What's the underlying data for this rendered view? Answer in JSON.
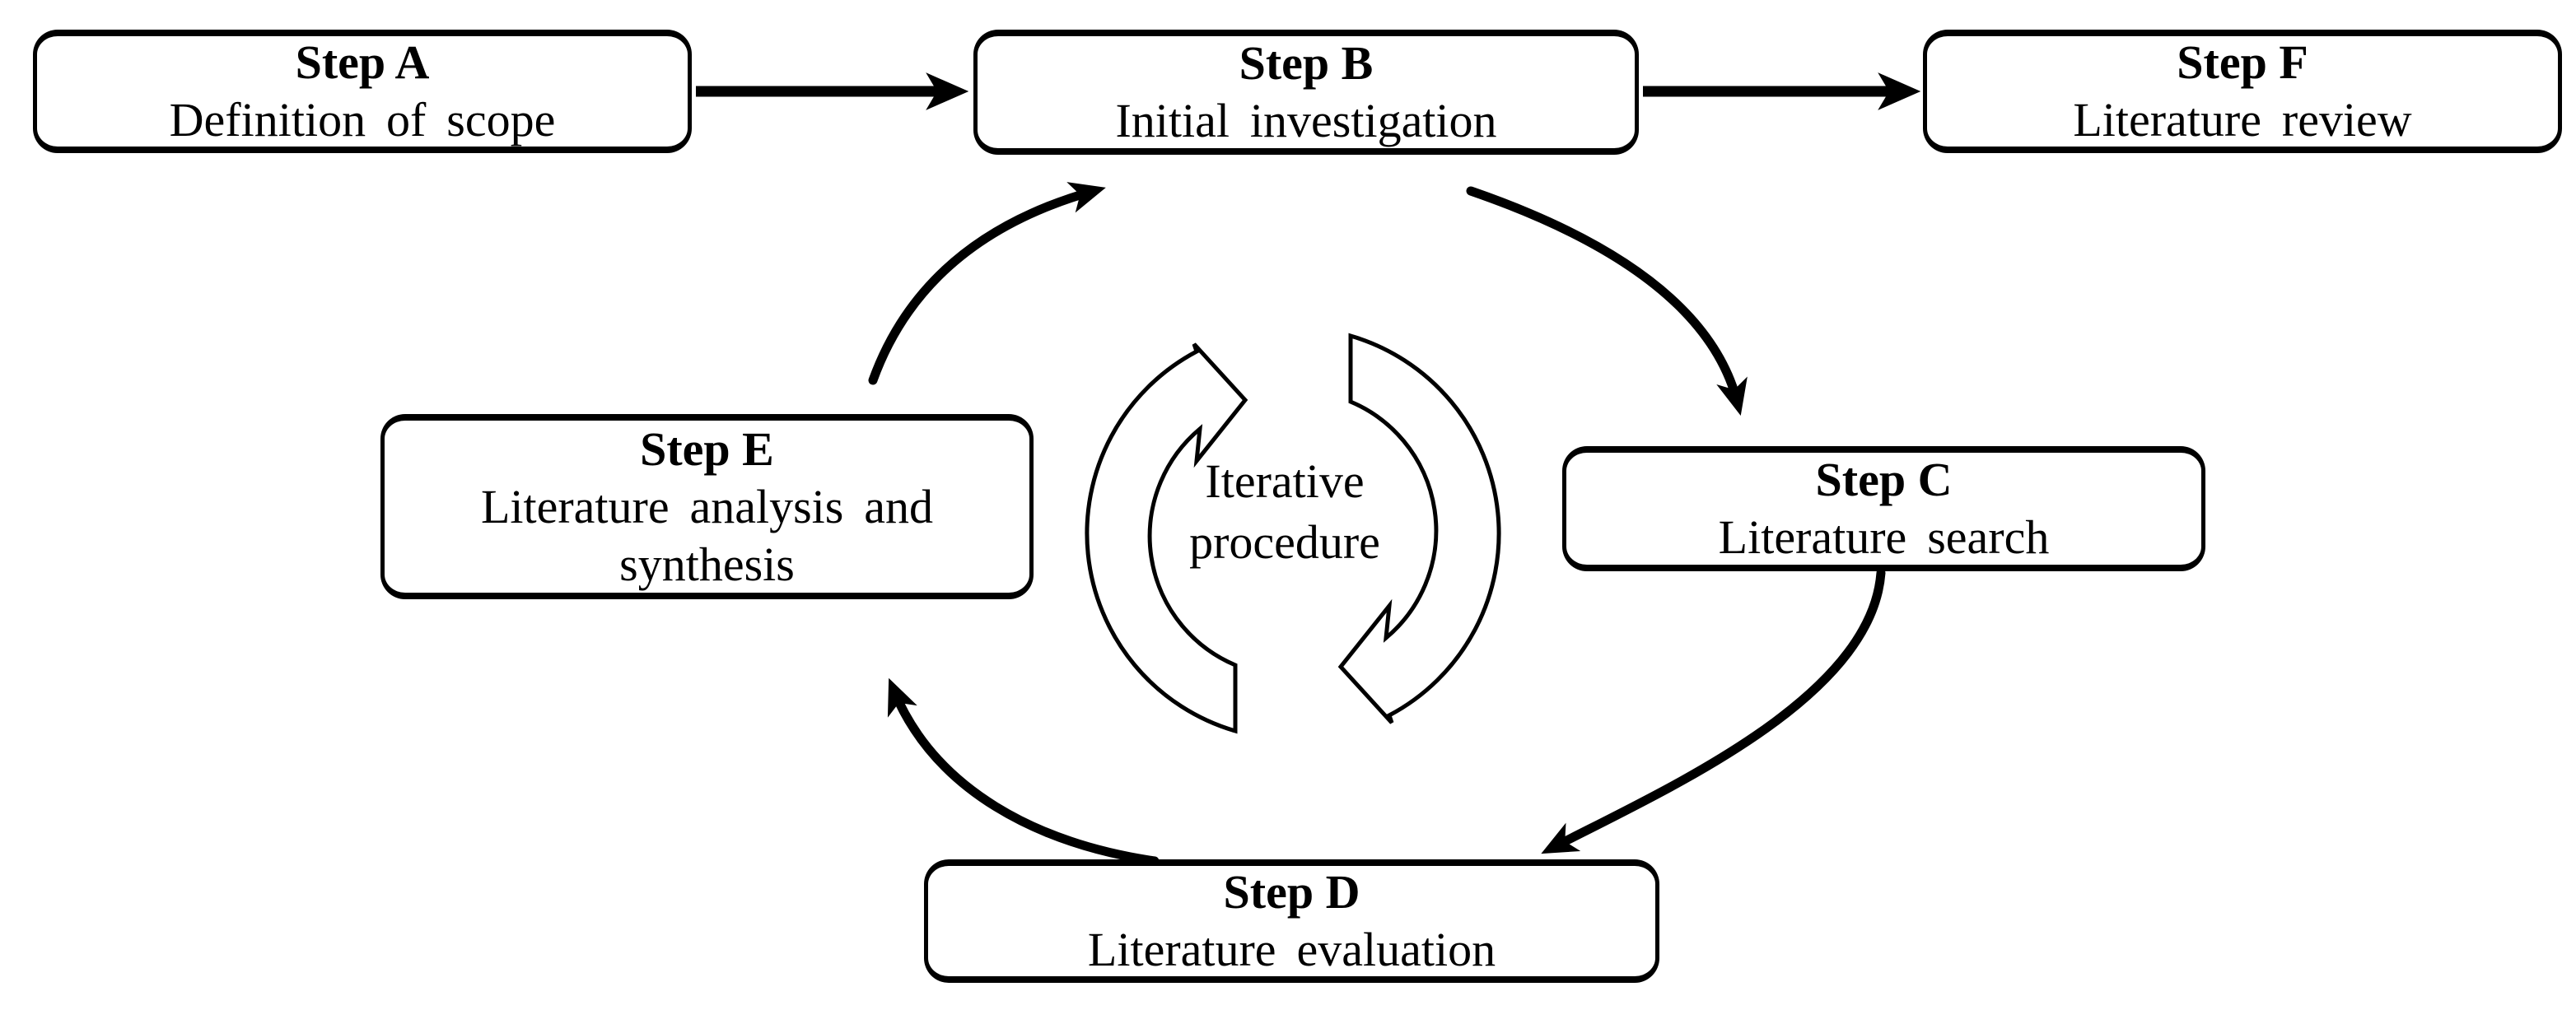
{
  "diagram": {
    "boxes": [
      {
        "id": "step-a",
        "title": "Step A",
        "lines": [
          "Definition of scope"
        ]
      },
      {
        "id": "step-b",
        "title": "Step B",
        "lines": [
          "Initial investigation"
        ]
      },
      {
        "id": "step-f",
        "title": "Step F",
        "lines": [
          "Literature review"
        ]
      },
      {
        "id": "step-c",
        "title": "Step C",
        "lines": [
          "Literature search"
        ]
      },
      {
        "id": "step-e",
        "title": "Step E",
        "lines": [
          "Literature analysis and",
          "synthesis"
        ]
      },
      {
        "id": "step-d",
        "title": "Step D",
        "lines": [
          "Literature evaluation"
        ]
      }
    ],
    "center_label": {
      "lines": [
        "Iterative",
        "procedure"
      ]
    },
    "connections": [
      {
        "from": "Step A",
        "to": "Step B",
        "type": "straight-arrow"
      },
      {
        "from": "Step B",
        "to": "Step F",
        "type": "straight-arrow"
      },
      {
        "from": "Step B",
        "to": "Step C",
        "type": "curved-arrow"
      },
      {
        "from": "Step C",
        "to": "Step D",
        "type": "curved-arrow"
      },
      {
        "from": "Step D",
        "to": "Step E",
        "type": "curved-arrow"
      },
      {
        "from": "Step E",
        "to": "Step B",
        "type": "curved-arrow"
      }
    ],
    "cycle_label": "Iterative procedure",
    "colors": {
      "background": "#ffffff",
      "stroke": "#000000",
      "box_fill": "#ffffff",
      "text": "#000000"
    }
  }
}
